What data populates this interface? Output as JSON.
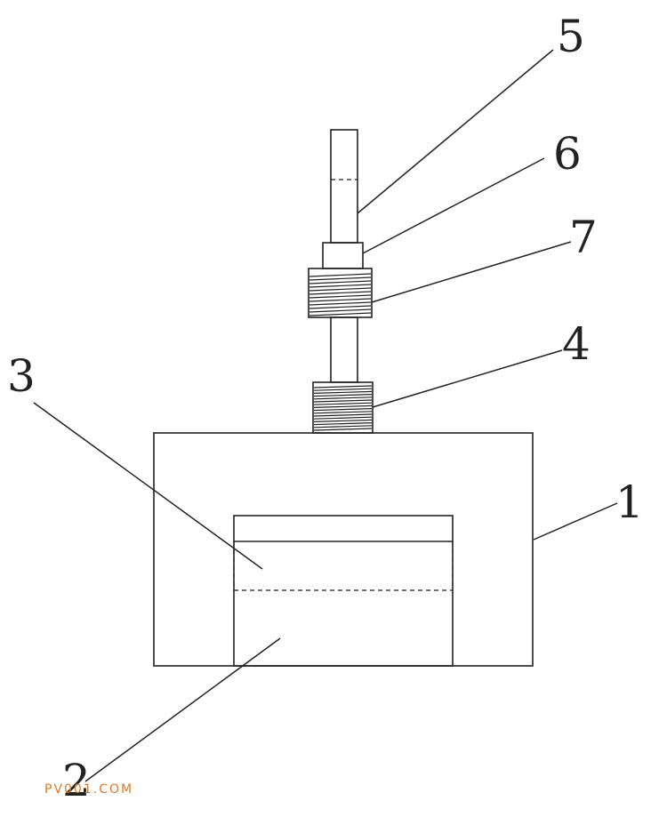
{
  "labels": {
    "l1": "1",
    "l2": "2",
    "l3": "3",
    "l4": "4",
    "l5": "5",
    "l6": "6",
    "l7": "7"
  },
  "watermark": "PV001.COM",
  "colors": {
    "line": "#222222",
    "watermark": "#e07a2a",
    "background": "#ffffff"
  }
}
